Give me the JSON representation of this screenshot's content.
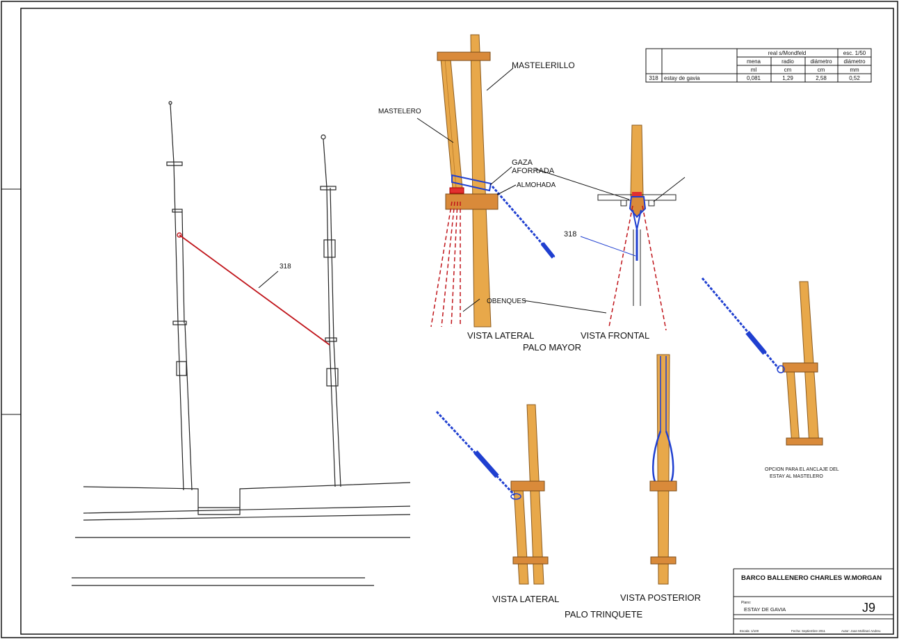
{
  "labels": {
    "rope_main": "318",
    "rope_detail": "318",
    "mastelerillo": "MASTELERILLO",
    "mastelero": "MASTELERO",
    "gaza_1": "GAZA",
    "gaza_2": "AFORRADA",
    "almohada": "ALMOHADA",
    "obenques": "OBENQUES",
    "vista_lateral_mayor": "VISTA LATERAL",
    "vista_frontal": "VISTA FRONTAL",
    "palo_mayor": "PALO MAYOR",
    "vista_lateral_trinquete": "VISTA LATERAL",
    "vista_posterior": "VISTA POSTERIOR",
    "palo_trinquete": "PALO TRINQUETE",
    "opcion_1": "OPCION PARA EL ANCLAJE DEL",
    "opcion_2": "ESTAY AL MASTELERO"
  },
  "table": {
    "group_real": "real s/Mondfeld",
    "group_scale": "esc. 1/50",
    "col_mena": "mena",
    "col_radio": "radio",
    "col_diametro": "diámetro",
    "col_diametro2": "diámetro",
    "unit_mena": "ml",
    "unit_radio": "cm",
    "unit_diametro": "cm",
    "unit_diametro2": "mm",
    "row": {
      "num": "318",
      "name": "estay de gavia",
      "mena": "0,081",
      "radio": "1,29",
      "diametro": "2,58",
      "diametro2": "0,52"
    }
  },
  "titleblock": {
    "project": "BARCO BALLENERO CHARLES W.MORGAN",
    "plano_label": "Plano:",
    "plano": "ESTAY DE GAVIA",
    "sheet": "J9",
    "escala": "Escala: 1/100",
    "fecha": "Fecha: Septiembre 2011",
    "autor": "Autor: Joan Mollinari Andreu"
  },
  "colors": {
    "wood": "#e8a84a",
    "wood_dark": "#c9762a",
    "rope_blue": "#1f3fd0",
    "stay_red": "#c0141a",
    "line": "#111111"
  }
}
